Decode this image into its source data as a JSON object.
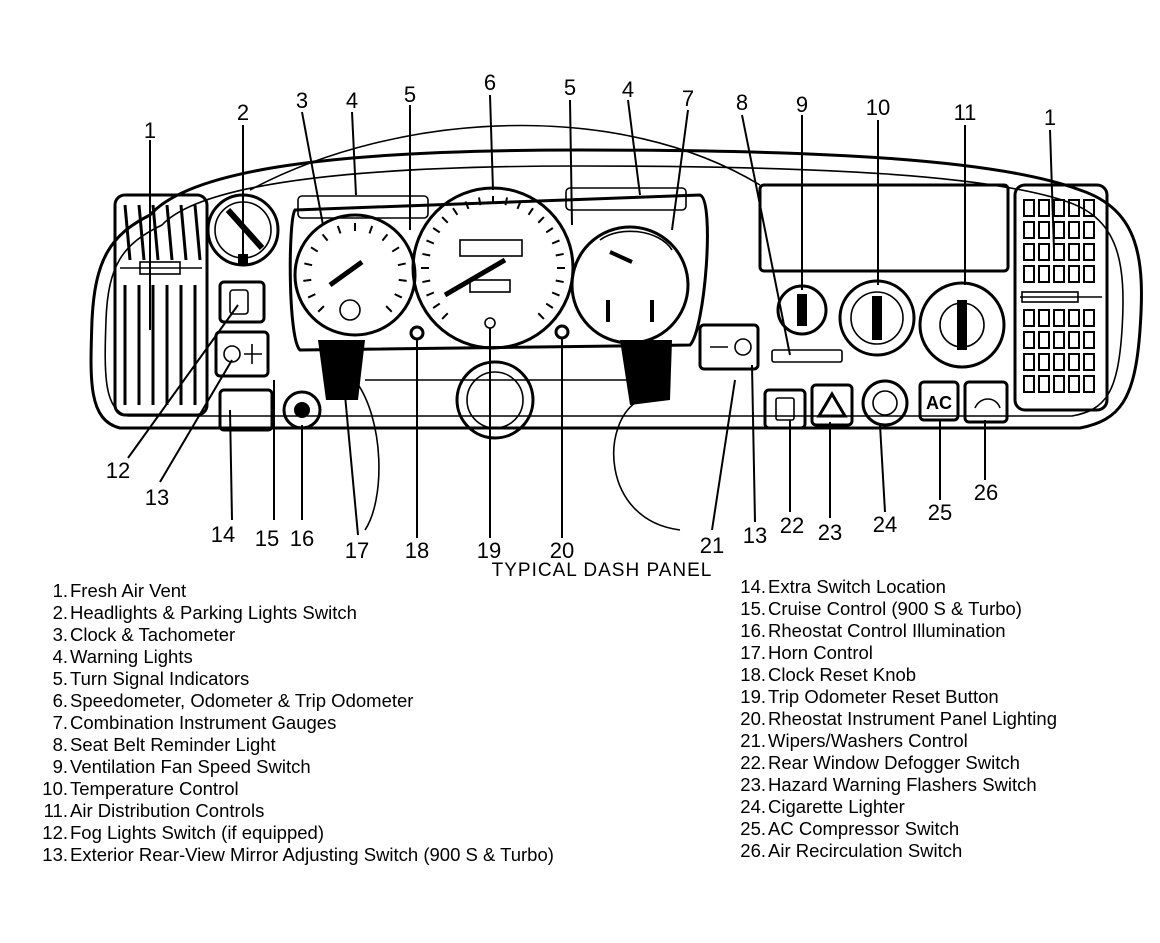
{
  "diagram": {
    "caption": "TYPICAL DASH PANEL",
    "callouts": [
      {
        "id": "c1a",
        "text": "1"
      },
      {
        "id": "c1b",
        "text": "1"
      },
      {
        "id": "c2",
        "text": "2"
      },
      {
        "id": "c3",
        "text": "3"
      },
      {
        "id": "c4a",
        "text": "4"
      },
      {
        "id": "c4b",
        "text": "4"
      },
      {
        "id": "c5a",
        "text": "5"
      },
      {
        "id": "c5b",
        "text": "5"
      },
      {
        "id": "c6",
        "text": "6"
      },
      {
        "id": "c7",
        "text": "7"
      },
      {
        "id": "c8",
        "text": "8"
      },
      {
        "id": "c9",
        "text": "9"
      },
      {
        "id": "c10",
        "text": "10"
      },
      {
        "id": "c11",
        "text": "11"
      },
      {
        "id": "c12",
        "text": "12"
      },
      {
        "id": "c13a",
        "text": "13"
      },
      {
        "id": "c13b",
        "text": "13"
      },
      {
        "id": "c14",
        "text": "14"
      },
      {
        "id": "c15",
        "text": "15"
      },
      {
        "id": "c16",
        "text": "16"
      },
      {
        "id": "c17",
        "text": "17"
      },
      {
        "id": "c18",
        "text": "18"
      },
      {
        "id": "c19",
        "text": "19"
      },
      {
        "id": "c20",
        "text": "20"
      },
      {
        "id": "c21",
        "text": "21"
      },
      {
        "id": "c22",
        "text": "22"
      },
      {
        "id": "c23",
        "text": "23"
      },
      {
        "id": "c24",
        "text": "24"
      },
      {
        "id": "c25",
        "text": "25"
      },
      {
        "id": "c26",
        "text": "26"
      }
    ],
    "button_labels": {
      "ac": "AC"
    }
  },
  "legend_left": [
    {
      "num": "1.",
      "label": "Fresh Air Vent"
    },
    {
      "num": "2.",
      "label": "Headlights & Parking Lights Switch"
    },
    {
      "num": "3.",
      "label": "Clock & Tachometer"
    },
    {
      "num": "4.",
      "label": "Warning Lights"
    },
    {
      "num": "5.",
      "label": "Turn Signal Indicators"
    },
    {
      "num": "6.",
      "label": "Speedometer, Odometer & Trip Odometer"
    },
    {
      "num": "7.",
      "label": "Combination Instrument Gauges"
    },
    {
      "num": "8.",
      "label": "Seat Belt Reminder Light"
    },
    {
      "num": "9.",
      "label": "Ventilation Fan Speed Switch"
    },
    {
      "num": "10.",
      "label": "Temperature Control"
    },
    {
      "num": "11.",
      "label": "Air Distribution Controls"
    },
    {
      "num": "12.",
      "label": "Fog Lights Switch (if equipped)"
    },
    {
      "num": "13.",
      "label": "Exterior Rear-View Mirror Adjusting Switch (900 S & Turbo)"
    }
  ],
  "legend_right": [
    {
      "num": "14.",
      "label": "Extra Switch Location"
    },
    {
      "num": "15.",
      "label": "Cruise Control (900 S & Turbo)"
    },
    {
      "num": "16.",
      "label": "Rheostat Control Illumination"
    },
    {
      "num": "17.",
      "label": "Horn Control"
    },
    {
      "num": "18.",
      "label": "Clock Reset Knob"
    },
    {
      "num": "19.",
      "label": "Trip Odometer Reset Button"
    },
    {
      "num": "20.",
      "label": "Rheostat Instrument Panel Lighting"
    },
    {
      "num": "21.",
      "label": "Wipers/Washers Control"
    },
    {
      "num": "22.",
      "label": "Rear Window Defogger Switch"
    },
    {
      "num": "23.",
      "label": "Hazard Warning Flashers Switch"
    },
    {
      "num": "24.",
      "label": "Cigarette Lighter"
    },
    {
      "num": "25.",
      "label": "AC Compressor Switch"
    },
    {
      "num": "26.",
      "label": "Air Recirculation Switch"
    }
  ]
}
